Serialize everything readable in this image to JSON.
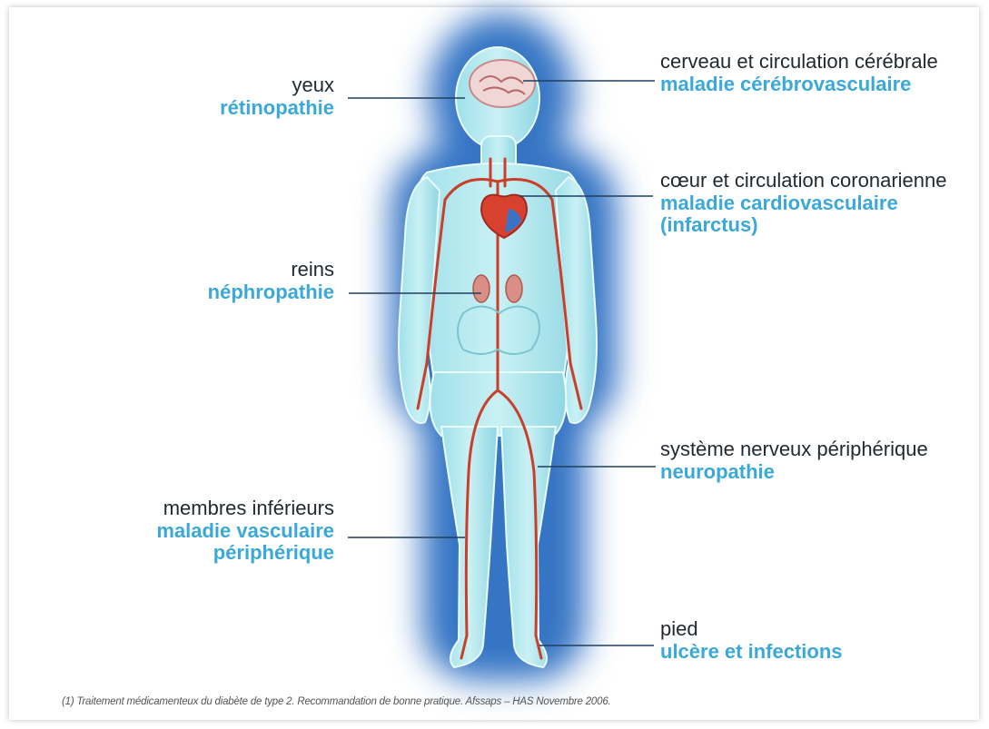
{
  "callouts": {
    "eyes": {
      "organ": "yeux",
      "disease": "rétinopathie"
    },
    "brain": {
      "organ": "cerveau et circulation cérébrale",
      "disease": "maladie cérébrovasculaire"
    },
    "heart": {
      "organ": "cœur et circulation coronarienne",
      "disease_line1": "maladie cardiovasculaire",
      "disease_line2": "(infarctus)"
    },
    "kidneys": {
      "organ": "reins",
      "disease": "néphropathie"
    },
    "nerves": {
      "organ": "système nerveux périphérique",
      "disease": "neuropathie"
    },
    "legs": {
      "organ": "membres inférieurs",
      "disease_line1": "maladie vasculaire",
      "disease_line2": "périphérique"
    },
    "foot": {
      "organ": "pied",
      "disease": "ulcère et infections"
    }
  },
  "footnote": "(1) Traitement médicamenteux du diabète de type 2. Recommandation de bonne pratique. Afssaps – HAS Novembre 2006.",
  "colors": {
    "organ_text": "#222a30",
    "disease_text": "#3aa8d8",
    "leader_line": "#1f3f5c",
    "body_glow": "#4b86c8",
    "artery": "#c8402a"
  }
}
